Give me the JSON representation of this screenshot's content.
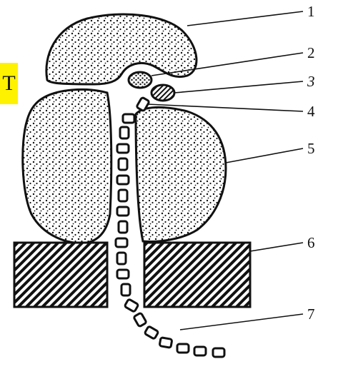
{
  "side_marker": "T",
  "labels": [
    "1",
    "2",
    "3",
    "4",
    "5",
    "6",
    "7"
  ],
  "colors": {
    "ink": "#111111",
    "badge": "#fff200",
    "background": "#ffffff"
  }
}
